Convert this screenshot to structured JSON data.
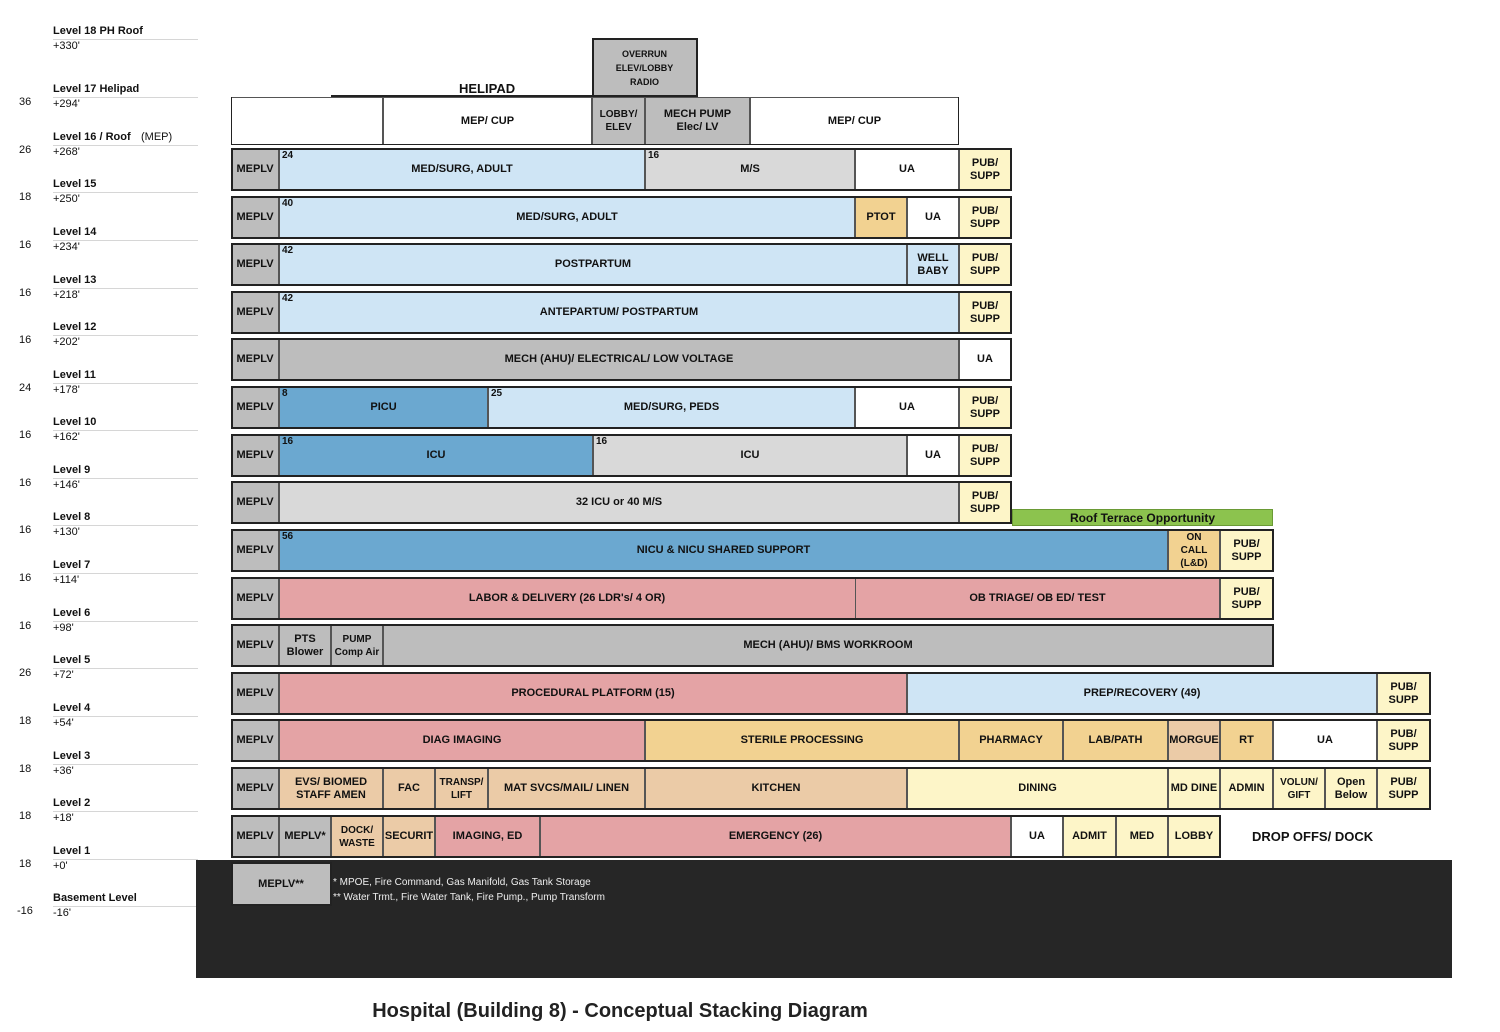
{
  "colors": {
    "gray": "#bdbdbd",
    "lightgray": "#d9d9d9",
    "lightblue": "#cfe5f5",
    "blue": "#6ba8d0",
    "pink": "#e4a3a5",
    "orange": "#f2d291",
    "tan": "#ebcba7",
    "cream": "#fdf5c8",
    "white": "#ffffff",
    "terrace": "#8cc34e",
    "basement": "#262626"
  },
  "title": "Hospital (Building 8) - Conceptual Stacking Diagram",
  "rows": [
    {
      "level": "Level 18 PH Roof",
      "elev": "+330'",
      "height": ""
    },
    {
      "level": "Level 17 Helipad",
      "elev": "+294'",
      "height": "36"
    },
    {
      "level": "Level 16 / Roof",
      "level_suffix": "(MEP)",
      "elev": "+268'",
      "height": "26"
    },
    {
      "level": "Level 15",
      "elev": "+250'",
      "height": "18"
    },
    {
      "level": "Level 14",
      "elev": "+234'",
      "height": "16"
    },
    {
      "level": "Level 13",
      "elev": "+218'",
      "height": "16"
    },
    {
      "level": "Level 12",
      "elev": "+202'",
      "height": "16"
    },
    {
      "level": "Level 11",
      "elev": "+178'",
      "height": "24"
    },
    {
      "level": "Level 10",
      "elev": "+162'",
      "height": "16"
    },
    {
      "level": "Level 9",
      "elev": "+146'",
      "height": "16"
    },
    {
      "level": "Level 8",
      "elev": "+130'",
      "height": "16"
    },
    {
      "level": "Level 7",
      "elev": "+114'",
      "height": "16"
    },
    {
      "level": "Level 6",
      "elev": "+98'",
      "height": "16"
    },
    {
      "level": "Level 5",
      "elev": "+72'",
      "height": "26"
    },
    {
      "level": "Level 4",
      "elev": "+54'",
      "height": "18"
    },
    {
      "level": "Level 3",
      "elev": "+36'",
      "height": "18"
    },
    {
      "level": "Level 2",
      "elev": "+18'",
      "height": "18"
    },
    {
      "level": "Level 1",
      "elev": "+0'",
      "height": "18"
    },
    {
      "level": "Basement Level",
      "elev": "-16'",
      "height": "-16"
    }
  ],
  "helipad": "HELIPAD",
  "roof_terrace": "Roof Terrace Opportunity",
  "drop_offs": "DROP OFFS/ DOCK",
  "basement_notes": [
    "* MPOE, Fire Command, Gas Manifold, Gas Tank Storage",
    "** Water Trmt., Fire Water Tank, Fire Pump., Pump Transform"
  ],
  "floors": [
    {
      "name": "overrun",
      "cells": [
        {
          "label": "OVERRUN\nELEV/LOBBY\nRADIO",
          "color": "gray",
          "num": ""
        }
      ]
    },
    {
      "name": "roof-mep",
      "cells": [
        {
          "label": "",
          "color": "white",
          "num": ""
        },
        {
          "label": "MEP/ CUP",
          "color": "white",
          "num": ""
        },
        {
          "label": "LOBBY/\nELEV",
          "color": "gray",
          "num": ""
        },
        {
          "label": "MECH PUMP\nElec/ LV",
          "color": "gray",
          "num": ""
        },
        {
          "label": "MEP/ CUP",
          "color": "white",
          "num": ""
        }
      ]
    },
    {
      "name": "level-15",
      "cells": [
        {
          "label": "MEPLV",
          "color": "gray",
          "num": ""
        },
        {
          "label": "MED/SURG, ADULT",
          "color": "lightblue",
          "num": "24"
        },
        {
          "label": "M/S",
          "color": "lightgray",
          "num": "16"
        },
        {
          "label": "UA",
          "color": "white",
          "num": ""
        },
        {
          "label": "PUB/\nSUPP",
          "color": "cream",
          "num": ""
        }
      ]
    },
    {
      "name": "level-14",
      "cells": [
        {
          "label": "MEPLV",
          "color": "gray",
          "num": ""
        },
        {
          "label": "MED/SURG, ADULT",
          "color": "lightblue",
          "num": "40"
        },
        {
          "label": "PTOT",
          "color": "orange",
          "num": ""
        },
        {
          "label": "UA",
          "color": "white",
          "num": ""
        },
        {
          "label": "PUB/\nSUPP",
          "color": "cream",
          "num": ""
        }
      ]
    },
    {
      "name": "level-13",
      "cells": [
        {
          "label": "MEPLV",
          "color": "gray",
          "num": ""
        },
        {
          "label": "POSTPARTUM",
          "color": "lightblue",
          "num": "42"
        },
        {
          "label": "WELL\nBABY",
          "color": "lightblue",
          "num": ""
        },
        {
          "label": "PUB/\nSUPP",
          "color": "cream",
          "num": ""
        }
      ]
    },
    {
      "name": "level-12",
      "cells": [
        {
          "label": "MEPLV",
          "color": "gray",
          "num": ""
        },
        {
          "label": "ANTEPARTUM/ POSTPARTUM",
          "color": "lightblue",
          "num": "42"
        },
        {
          "label": "PUB/\nSUPP",
          "color": "cream",
          "num": ""
        }
      ]
    },
    {
      "name": "level-11",
      "cells": [
        {
          "label": "MEPLV",
          "color": "gray",
          "num": ""
        },
        {
          "label": "MECH (AHU)/ ELECTRICAL/ LOW VOLTAGE",
          "color": "gray",
          "num": ""
        },
        {
          "label": "UA",
          "color": "white",
          "num": ""
        }
      ]
    },
    {
      "name": "level-10",
      "cells": [
        {
          "label": "MEPLV",
          "color": "gray",
          "num": ""
        },
        {
          "label": "PICU",
          "color": "blue",
          "num": "8"
        },
        {
          "label": "MED/SURG, PEDS",
          "color": "lightblue",
          "num": "25"
        },
        {
          "label": "UA",
          "color": "white",
          "num": ""
        },
        {
          "label": "PUB/\nSUPP",
          "color": "cream",
          "num": ""
        }
      ]
    },
    {
      "name": "level-9",
      "cells": [
        {
          "label": "MEPLV",
          "color": "gray",
          "num": ""
        },
        {
          "label": "ICU",
          "color": "blue",
          "num": "16"
        },
        {
          "label": "ICU",
          "color": "lightgray",
          "num": "16"
        },
        {
          "label": "UA",
          "color": "white",
          "num": ""
        },
        {
          "label": "PUB/\nSUPP",
          "color": "cream",
          "num": ""
        }
      ]
    },
    {
      "name": "level-8",
      "cells": [
        {
          "label": "MEPLV",
          "color": "gray",
          "num": ""
        },
        {
          "label": "32 ICU or 40 M/S",
          "color": "lightgray",
          "num": ""
        },
        {
          "label": "PUB/\nSUPP",
          "color": "cream",
          "num": ""
        }
      ]
    },
    {
      "name": "level-7",
      "cells": [
        {
          "label": "MEPLV",
          "color": "gray",
          "num": ""
        },
        {
          "label": "NICU & NICU SHARED SUPPORT",
          "color": "blue",
          "num": "56"
        },
        {
          "label": "ON\nCALL (L&D)",
          "color": "orange",
          "num": ""
        },
        {
          "label": "PUB/\nSUPP",
          "color": "cream",
          "num": ""
        }
      ]
    },
    {
      "name": "level-6",
      "cells": [
        {
          "label": "MEPLV",
          "color": "gray",
          "num": ""
        },
        {
          "label": "LABOR & DELIVERY (26 LDR's/ 4 OR)",
          "color": "pink",
          "num": ""
        },
        {
          "label": "OB TRIAGE/ OB ED/ TEST",
          "color": "pink",
          "num": ""
        },
        {
          "label": "PUB/\nSUPP",
          "color": "cream",
          "num": ""
        }
      ]
    },
    {
      "name": "level-5",
      "cells": [
        {
          "label": "MEPLV",
          "color": "gray",
          "num": ""
        },
        {
          "label": "PTS\nBlower",
          "color": "gray",
          "num": ""
        },
        {
          "label": "PUMP\nComp Air",
          "color": "gray",
          "num": ""
        },
        {
          "label": "MECH (AHU)/ BMS WORKROOM",
          "color": "gray",
          "num": ""
        }
      ]
    },
    {
      "name": "level-4",
      "cells": [
        {
          "label": "MEPLV",
          "color": "gray",
          "num": ""
        },
        {
          "label": "PROCEDURAL PLATFORM (15)",
          "color": "pink",
          "num": ""
        },
        {
          "label": "PREP/RECOVERY (49)",
          "color": "lightblue",
          "num": ""
        },
        {
          "label": "PUB/\nSUPP",
          "color": "cream",
          "num": ""
        }
      ]
    },
    {
      "name": "level-3",
      "cells": [
        {
          "label": "MEPLV",
          "color": "gray",
          "num": ""
        },
        {
          "label": "DIAG IMAGING",
          "color": "pink",
          "num": ""
        },
        {
          "label": "STERILE PROCESSING",
          "color": "orange",
          "num": ""
        },
        {
          "label": "PHARMACY",
          "color": "orange",
          "num": ""
        },
        {
          "label": "LAB/PATH",
          "color": "orange",
          "num": ""
        },
        {
          "label": "MORGUE",
          "color": "tan",
          "num": ""
        },
        {
          "label": "RT",
          "color": "orange",
          "num": ""
        },
        {
          "label": "UA",
          "color": "white",
          "num": ""
        },
        {
          "label": "PUB/\nSUPP",
          "color": "cream",
          "num": ""
        }
      ]
    },
    {
      "name": "level-2",
      "cells": [
        {
          "label": "MEPLV",
          "color": "gray",
          "num": ""
        },
        {
          "label": "EVS/ BIOMED\nSTAFF AMEN",
          "color": "tan",
          "num": ""
        },
        {
          "label": "FAC",
          "color": "tan",
          "num": ""
        },
        {
          "label": "TRANSP/\nLIFT",
          "color": "tan",
          "num": ""
        },
        {
          "label": "MAT SVCS/MAIL/ LINEN",
          "color": "tan",
          "num": ""
        },
        {
          "label": "KITCHEN",
          "color": "tan",
          "num": ""
        },
        {
          "label": "DINING",
          "color": "cream",
          "num": ""
        },
        {
          "label": "MD DINE",
          "color": "cream",
          "num": ""
        },
        {
          "label": "ADMIN",
          "color": "cream",
          "num": ""
        },
        {
          "label": "VOLUN/\nGIFT",
          "color": "cream",
          "num": ""
        },
        {
          "label": "Open\nBelow",
          "color": "cream",
          "num": ""
        },
        {
          "label": "PUB/\nSUPP",
          "color": "cream",
          "num": ""
        }
      ]
    },
    {
      "name": "level-1",
      "cells": [
        {
          "label": "MEPLV",
          "color": "gray",
          "num": ""
        },
        {
          "label": "MEPLV*",
          "color": "gray",
          "num": ""
        },
        {
          "label": "DOCK/\nWASTE",
          "color": "tan",
          "num": ""
        },
        {
          "label": "SECURIT",
          "color": "tan",
          "num": ""
        },
        {
          "label": "IMAGING, ED",
          "color": "pink",
          "num": ""
        },
        {
          "label": "EMERGENCY (26)",
          "color": "pink",
          "num": ""
        },
        {
          "label": "UA",
          "color": "white",
          "num": ""
        },
        {
          "label": "ADMIT",
          "color": "cream",
          "num": ""
        },
        {
          "label": "MED",
          "color": "cream",
          "num": ""
        },
        {
          "label": "LOBBY",
          "color": "cream",
          "num": ""
        }
      ]
    },
    {
      "name": "basement",
      "cells": [
        {
          "label": "MEPLV**",
          "color": "gray",
          "num": ""
        }
      ]
    }
  ]
}
